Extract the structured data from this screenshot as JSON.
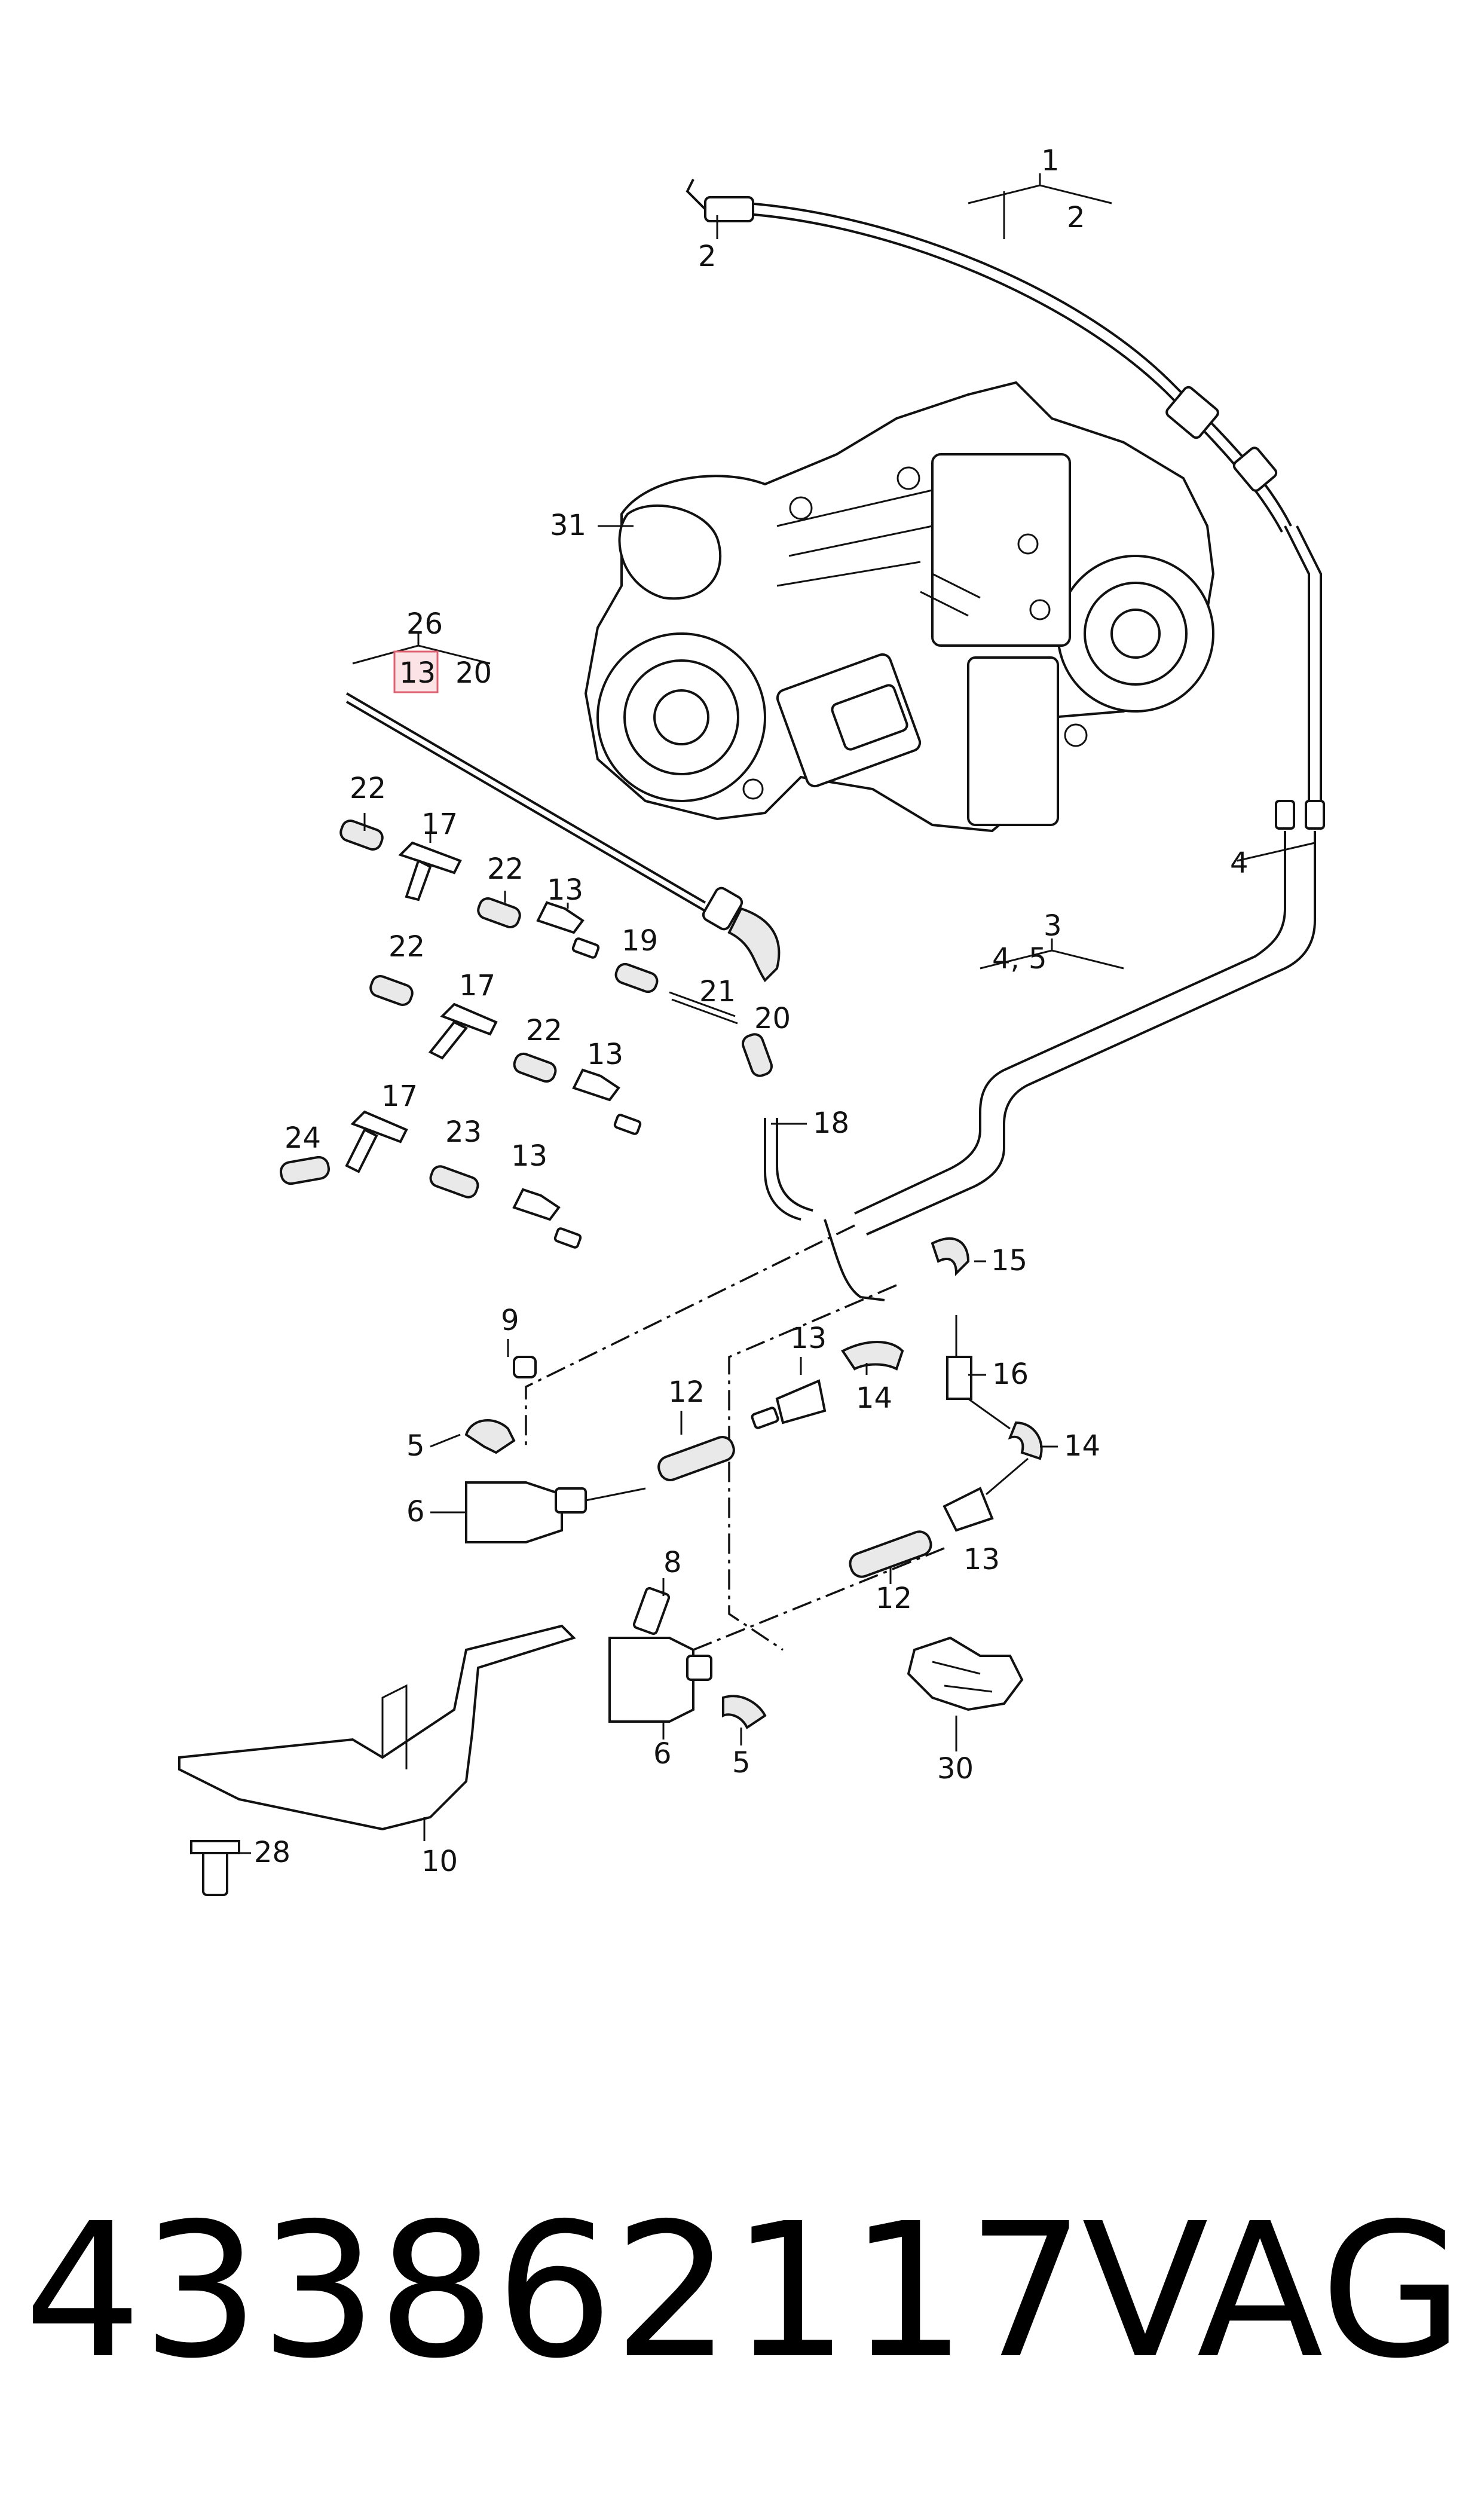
{
  "callouts": [
    {
      "id": "c1",
      "text": "1"
    },
    {
      "id": "c2a",
      "text": "2"
    },
    {
      "id": "c2b",
      "text": "2"
    },
    {
      "id": "c31",
      "text": "31"
    },
    {
      "id": "c26",
      "text": "26"
    },
    {
      "id": "c13top",
      "text": "13"
    },
    {
      "id": "c20top",
      "text": "20"
    },
    {
      "id": "c3",
      "text": "3"
    },
    {
      "id": "c45",
      "text": "4, 5"
    },
    {
      "id": "c4",
      "text": "4"
    },
    {
      "id": "c22a",
      "text": "22"
    },
    {
      "id": "c17a",
      "text": "17"
    },
    {
      "id": "c22b",
      "text": "22"
    },
    {
      "id": "c13a",
      "text": "13"
    },
    {
      "id": "c19",
      "text": "19"
    },
    {
      "id": "c21",
      "text": "21"
    },
    {
      "id": "c20",
      "text": "20"
    },
    {
      "id": "c22c",
      "text": "22"
    },
    {
      "id": "c17b",
      "text": "17"
    },
    {
      "id": "c22d",
      "text": "22"
    },
    {
      "id": "c13b",
      "text": "13"
    },
    {
      "id": "c17c",
      "text": "17"
    },
    {
      "id": "c24",
      "text": "24"
    },
    {
      "id": "c23",
      "text": "23"
    },
    {
      "id": "c13c",
      "text": "13"
    },
    {
      "id": "c18",
      "text": "18"
    },
    {
      "id": "c15",
      "text": "15"
    },
    {
      "id": "c9",
      "text": "9"
    },
    {
      "id": "c13d",
      "text": "13"
    },
    {
      "id": "c16",
      "text": "16"
    },
    {
      "id": "c12a",
      "text": "12"
    },
    {
      "id": "c14a",
      "text": "14"
    },
    {
      "id": "c14b",
      "text": "14"
    },
    {
      "id": "c5a",
      "text": "5"
    },
    {
      "id": "c6a",
      "text": "6"
    },
    {
      "id": "c13e",
      "text": "13"
    },
    {
      "id": "c12b",
      "text": "12"
    },
    {
      "id": "c8",
      "text": "8"
    },
    {
      "id": "c30",
      "text": "30"
    },
    {
      "id": "c5b",
      "text": "5"
    },
    {
      "id": "c6b",
      "text": "6"
    },
    {
      "id": "c28",
      "text": "28"
    },
    {
      "id": "c10",
      "text": "10"
    }
  ],
  "footer": {
    "part_number": "433862117",
    "brand": "VAG"
  },
  "highlight_color": "#e06070"
}
